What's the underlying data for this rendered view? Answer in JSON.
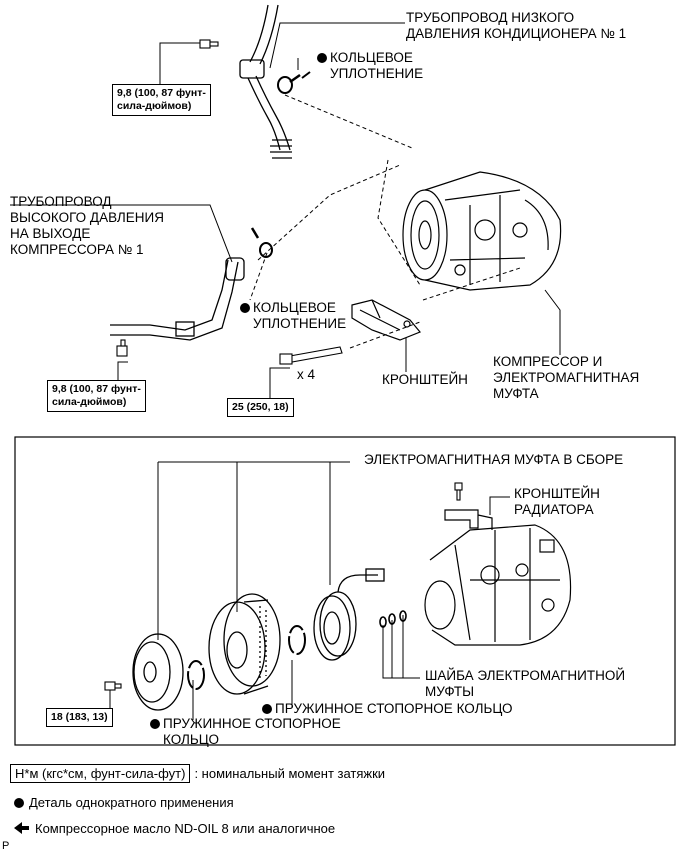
{
  "labels": {
    "low_pipe_line1": "ТРУБОПРОВОД НИЗКОГО",
    "low_pipe_line2": "ДАВЛЕНИЯ КОНДИЦИОНЕРА № 1",
    "oring1_line1": "КОЛЬЦЕВОЕ",
    "oring1_line2": "УПЛОТНЕНИЕ",
    "high_pipe_line1": "ТРУБОПРОВОД",
    "high_pipe_line2": "ВЫСОКОГО ДАВЛЕНИЯ",
    "high_pipe_line3": "НА ВЫХОДЕ",
    "high_pipe_line4": "КОМПРЕССОРА № 1",
    "oring2_line1": "КОЛЬЦЕВОЕ",
    "oring2_line2": "УПЛОТНЕНИЕ",
    "bracket": "КРОНШТЕЙН",
    "times4": "x 4",
    "compressor_line1": "КОМПРЕССОР И",
    "compressor_line2": "ЭЛЕКТРОМАГНИТНАЯ",
    "compressor_line3": "МУФТА",
    "clutch_assy": "ЭЛЕКТРОМАГНИТНАЯ МУФТА В СБОРЕ",
    "radiator_bracket_line1": "КРОНШТЕЙН",
    "radiator_bracket_line2": "РАДИАТОРА",
    "shim_line1": "ШАЙБА ЭЛЕКТРОМАГНИТНОЙ",
    "shim_line2": "МУФТЫ",
    "snap_ring_right": "ПРУЖИННОЕ СТОПОРНОЕ КОЛЬЦО",
    "snap_ring_left_line1": "ПРУЖИННОЕ СТОПОРНОЕ",
    "snap_ring_left_line2": "КОЛЬЦО"
  },
  "torque_boxes": {
    "t1_line1": "9,8 (100, 87 фунт-",
    "t1_line2": "сила-дюймов)",
    "t2_line1": "9,8 (100, 87 фунт-",
    "t2_line2": "сила-дюймов)",
    "t3": "25 (250, 18)",
    "t4": "18 (183, 13)"
  },
  "legend": {
    "unit_box": "Н*м (кгс*см, фунт-сила-фут)",
    "unit_desc": ": номинальный момент затяжки",
    "single_use": "Деталь однократного применения",
    "oil": "Компрессорное масло ND-OIL 8 или аналогичное"
  },
  "corner_mark": "P"
}
